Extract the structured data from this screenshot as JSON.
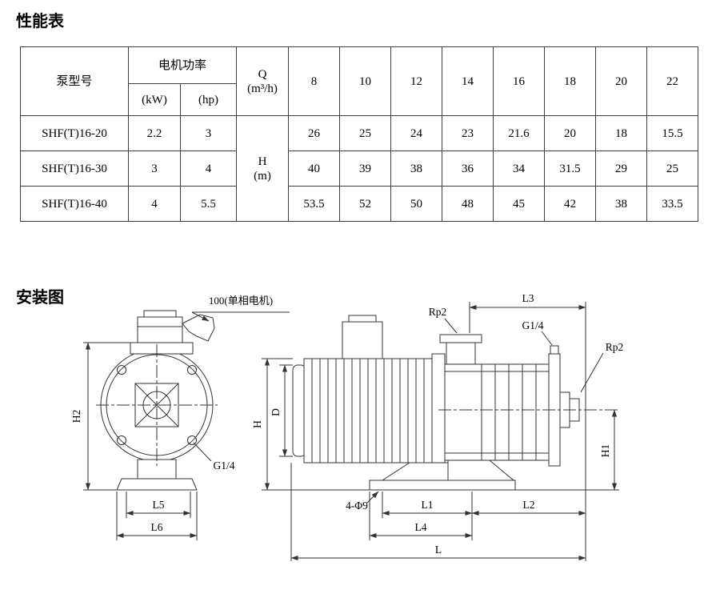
{
  "performance": {
    "section_title": "性能表",
    "header": {
      "pump_model": "泵型号",
      "motor_power": "电机功率",
      "kw_unit": "(kW)",
      "hp_unit": "(hp)",
      "q_label": "Q",
      "q_unit": "(m³/h)",
      "h_label": "H",
      "h_unit": "(m)",
      "flow_values": [
        "8",
        "10",
        "12",
        "14",
        "16",
        "18",
        "20",
        "22"
      ]
    },
    "rows": [
      {
        "model": "SHF(T)16-20",
        "kw": "2.2",
        "hp": "3",
        "heads": [
          "26",
          "25",
          "24",
          "23",
          "21.6",
          "20",
          "18",
          "15.5"
        ]
      },
      {
        "model": "SHF(T)16-30",
        "kw": "3",
        "hp": "4",
        "heads": [
          "40",
          "39",
          "38",
          "36",
          "34",
          "31.5",
          "29",
          "25"
        ]
      },
      {
        "model": "SHF(T)16-40",
        "kw": "4",
        "hp": "5.5",
        "heads": [
          "53.5",
          "52",
          "50",
          "48",
          "45",
          "42",
          "38",
          "33.5"
        ]
      }
    ]
  },
  "diagram": {
    "section_title": "安装图",
    "front_view": {
      "motor_note": "100(单相电机)",
      "dim_h2": "H2",
      "port_g14": "G1/4",
      "dim_l5": "L5",
      "dim_l6": "L6"
    },
    "side_view": {
      "dim_l3": "L3",
      "port_rp2_top": "Rp2",
      "port_g14": "G1/4",
      "port_rp2_side": "Rp2",
      "dim_h": "H",
      "dim_d": "D",
      "dim_h1": "H1",
      "holes_note": "4-Φ9",
      "dim_l1": "L1",
      "dim_l2": "L2",
      "dim_l4": "L4",
      "dim_l": "L"
    }
  }
}
